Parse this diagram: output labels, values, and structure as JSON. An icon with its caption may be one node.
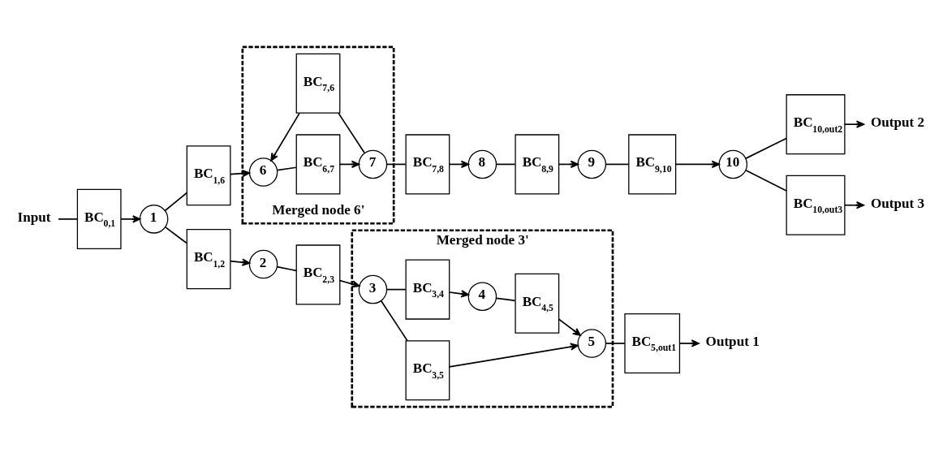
{
  "diagram": {
    "nodes": [
      {
        "text": [
          "Input"
        ]
      },
      {
        "text": [
          "BC$_{0,1}$"
        ]
      },
      {
        "text": [
          "1"
        ]
      },
      {
        "text": [
          "BC$_{1,2}$"
        ]
      },
      {
        "text": [
          "2"
        ]
      },
      {
        "text": [
          "BC$_{2,3}$"
        ]
      },
      {
        "text": [
          "Merged node 3'"
        ]
      },
      {
        "text": [
          "3"
        ],
        "in": 6
      },
      {
        "text": [
          "BC$_{3,5}$"
        ],
        "in": 6
      },
      {
        "text": [
          "BC$_{3,4}$"
        ],
        "in": 6
      },
      {
        "text": [
          "4"
        ],
        "in": 6
      },
      {
        "text": [
          "BC$_{4,5}$"
        ],
        "in": 6
      },
      {
        "text": [
          "5"
        ],
        "in": 6
      },
      {
        "text": [
          "BC$_{5,out1}$"
        ]
      },
      {
        "text": [
          "Output 1"
        ]
      },
      {
        "text": [
          "BC$_{1,6}$"
        ]
      },
      {
        "text": [
          "Merged node 6'"
        ]
      },
      {
        "text": [
          "6"
        ],
        "in": 16
      },
      {
        "text": [
          "BC$_{6,7}$"
        ],
        "in": 16
      },
      {
        "text": [
          "7"
        ],
        "in": 16
      },
      {
        "text": [
          "BC$_{7,6}$"
        ],
        "in": 16
      },
      {
        "text": [
          "BC$_{7,8}$"
        ]
      },
      {
        "text": [
          "8"
        ]
      },
      {
        "text": [
          "BC$_{8,9}$"
        ]
      },
      {
        "text": [
          "9"
        ]
      },
      {
        "text": [
          "BC$_{9,10}$"
        ]
      },
      {
        "text": [
          "10"
        ]
      },
      {
        "text": [
          "BC$_{10,out2}$"
        ]
      },
      {
        "text": [
          "Output 2"
        ]
      },
      {
        "text": [
          "BC$_{10,out3}$"
        ]
      },
      {
        "text": [
          "Output 3"
        ]
      }
    ],
    "edges": [
      {
        "from": 0,
        "to": 1,
        "arrow": "none"
      },
      {
        "from": 1,
        "to": 2,
        "arrow": "to"
      },
      {
        "from": 2,
        "to": 3,
        "arrow": "none"
      },
      {
        "from": 3,
        "to": 4,
        "arrow": "to"
      },
      {
        "from": 4,
        "to": 5,
        "arrow": "none"
      },
      {
        "from": 5,
        "to": 7,
        "arrow": "to"
      },
      {
        "from": 7,
        "to": 8,
        "arrow": "none"
      },
      {
        "from": 8,
        "to": 12,
        "arrow": "to"
      },
      {
        "from": 7,
        "to": 9,
        "arrow": "none"
      },
      {
        "from": 9,
        "to": 10,
        "arrow": "to"
      },
      {
        "from": 10,
        "to": 11,
        "arrow": "none"
      },
      {
        "from": 11,
        "to": 12,
        "arrow": "to"
      },
      {
        "from": 12,
        "to": 13,
        "arrow": "none"
      },
      {
        "from": 13,
        "to": 14,
        "arrow": "to"
      },
      {
        "from": 2,
        "to": 15,
        "arrow": "none"
      },
      {
        "from": 15,
        "to": 17,
        "arrow": "to"
      },
      {
        "from": 17,
        "to": 18,
        "arrow": "none"
      },
      {
        "from": 18,
        "to": 19,
        "arrow": "to"
      },
      {
        "from": 19,
        "to": 20,
        "arrow": "none"
      },
      {
        "from": 20,
        "to": 17,
        "arrow": "to"
      },
      {
        "from": 19,
        "to": 21,
        "arrow": "none"
      },
      {
        "from": 21,
        "to": 22,
        "arrow": "to"
      },
      {
        "from": 22,
        "to": 23,
        "arrow": "none"
      },
      {
        "from": 23,
        "to": 24,
        "arrow": "to"
      },
      {
        "from": 24,
        "to": 25,
        "arrow": "none"
      },
      {
        "from": 25,
        "to": 26,
        "arrow": "to"
      },
      {
        "from": 26,
        "to": 27,
        "arrow": "none"
      },
      {
        "from": 27,
        "to": 28,
        "arrow": "to"
      },
      {
        "from": 26,
        "to": 29,
        "arrow": "none"
      },
      {
        "from": 29,
        "to": 30,
        "arrow": "to"
      }
    ]
  }
}
